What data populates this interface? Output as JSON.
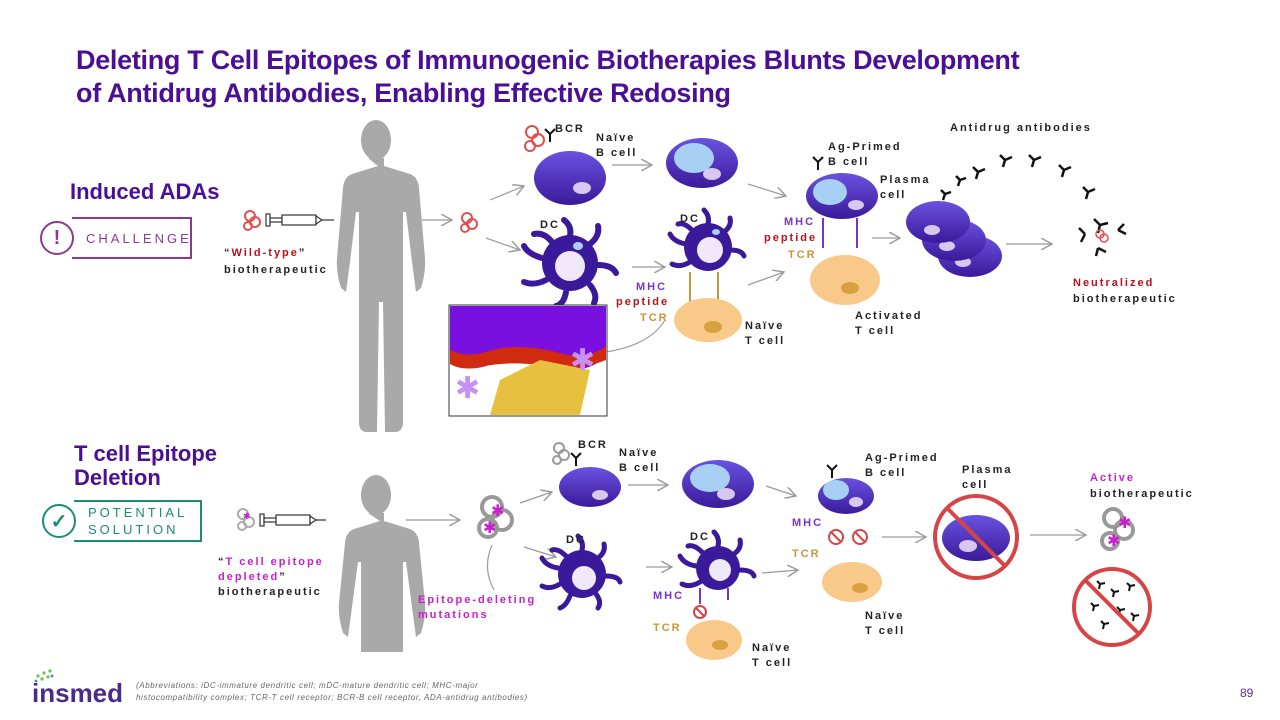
{
  "slide": {
    "title_line1": "Deleting T Cell Epitopes of Immunogenic Biotherapies Blunts Development",
    "title_line2": "of Antidrug Antibodies, Enabling Effective Redosing",
    "page_number": "89",
    "logo_text": "insmed",
    "abbreviations_line1": "(Abbreviations: iDC-immature dendritic cell; mDC-mature dendritic cell; MHC-major",
    "abbreviations_line2": "histocompatibility complex; TCR-T cell receptor; BCR-B cell receptor, ADA-antidrug antibodies)"
  },
  "colors": {
    "title": "#4b0f96",
    "challenge": "#8b3b8f",
    "solution": "#1f8a78",
    "wild_type_red": "#b4121c",
    "epitope_magenta": "#c81ecf",
    "mhc_purple": "#7a33c8",
    "tcr_gold": "#c8963a",
    "cell_purple": "#4a2bb8",
    "t_cell_orange": "#f9c98a"
  },
  "top_section": {
    "heading": "Induced ADAs",
    "badge_icon": "exclamation-icon",
    "badge_label": "CHALLENGE",
    "drug_quote_open": "“",
    "drug_name": "Wild-type",
    "drug_quote_close": "”",
    "drug_type": "biotherapeutic",
    "labels": {
      "bcr": "BCR",
      "naive_b_1": "Naïve",
      "naive_b_2": "B cell",
      "dc_1": "DC",
      "dc_2": "DC",
      "mhc_1": "MHC",
      "peptide_1": "peptide",
      "tcr_1": "TCR",
      "naive_t_1": "Naïve",
      "naive_t_2": "T cell",
      "ag_primed_1": "Ag-Primed",
      "ag_primed_2": "B cell",
      "mhc_2": "MHC",
      "peptide_2": "peptide",
      "tcr_2": "TCR",
      "activated_1": "Activated",
      "activated_2": "T cell",
      "plasma_1": "Plasma",
      "plasma_2": "cell",
      "antidrug": "Antidrug antibodies",
      "neutralized": "Neutralized",
      "neutralized_2": "biotherapeutic"
    }
  },
  "bottom_section": {
    "heading_line1": "T cell Epitope",
    "heading_line2": "Deletion",
    "badge_icon": "checkmark-icon",
    "badge_label_line1": "POTENTIAL",
    "badge_label_line2": "SOLUTION",
    "drug_quote_open": "“",
    "drug_name_line1": "T cell epitope",
    "drug_name_line2": "depleted",
    "drug_quote_close": "”",
    "drug_type": "biotherapeutic",
    "labels": {
      "bcr": "BCR",
      "naive_b_1": "Naïve",
      "naive_b_2": "B cell",
      "dc_1": "DC",
      "dc_2": "DC",
      "mhc_1": "MHC",
      "tcr_1": "TCR",
      "naive_t_1": "Naïve",
      "naive_t_2": "T cell",
      "ag_primed_1": "Ag-Primed",
      "ag_primed_2": "B cell",
      "mhc_2": "MHC",
      "tcr_2": "TCR",
      "naive_t2_1": "Naïve",
      "naive_t2_2": "T cell",
      "plasma_1": "Plasma",
      "plasma_2": "cell",
      "active_1": "Active",
      "active_2": "biotherapeutic",
      "mutations_1": "Epitope-deleting",
      "mutations_2": "mutations"
    }
  }
}
